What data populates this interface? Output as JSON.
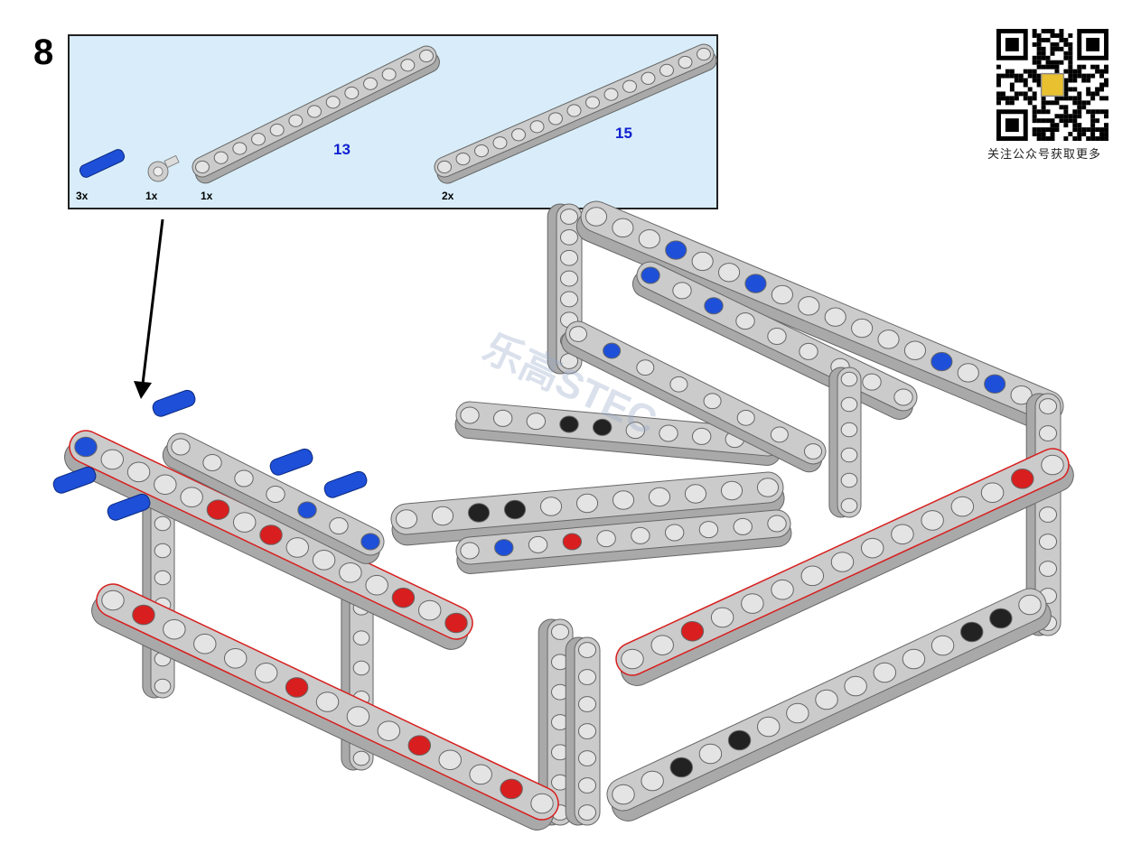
{
  "step": {
    "number": "8"
  },
  "parts_list": {
    "items": [
      {
        "name": "blue-axle-pin",
        "quantity": "3x",
        "color": "#1e4fd8"
      },
      {
        "name": "grey-axle-connector",
        "quantity": "1x",
        "color": "#c8c8c8"
      },
      {
        "name": "beam-13",
        "quantity": "1x",
        "length_label": "13",
        "color": "#c8c8c8"
      },
      {
        "name": "beam-15",
        "quantity": "2x",
        "length_label": "15",
        "color": "#c8c8c8"
      }
    ]
  },
  "qr": {
    "caption": "关注公众号获取更多"
  },
  "watermark": {
    "text": "乐高STEC"
  },
  "colors": {
    "beam": "#c9c9c9",
    "pin_blue": "#1e4fd8",
    "pin_red": "#d81e1e",
    "pin_black": "#222222",
    "box_bg": "#d8edf9",
    "length_label": "#1020d0"
  }
}
